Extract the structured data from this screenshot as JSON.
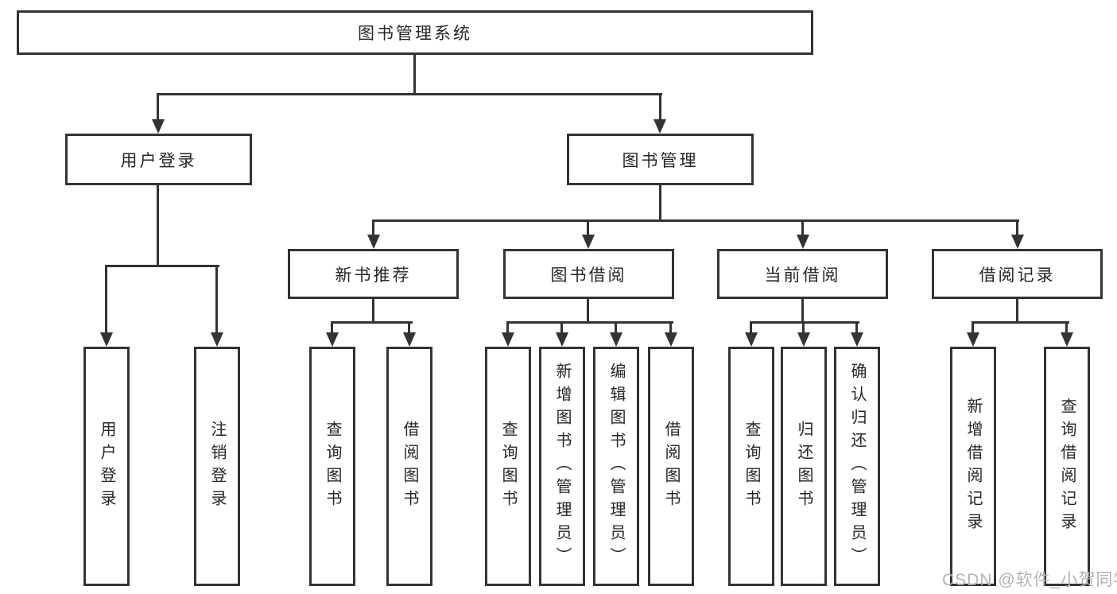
{
  "diagram": {
    "root_label": "图书管理系统",
    "level2": [
      {
        "label": "用户登录"
      },
      {
        "label": "图书管理"
      }
    ],
    "level3": [
      {
        "label": "新书推荐"
      },
      {
        "label": "图书借阅"
      },
      {
        "label": "当前借阅"
      },
      {
        "label": "借阅记录"
      }
    ],
    "leaves": {
      "user_login": [
        "用户登录",
        "注销登录"
      ],
      "new_books": [
        "查询图书",
        "借阅图书"
      ],
      "book_borrow": [
        "查询图书",
        "新增图书（管理员）",
        "编辑图书（管理员）",
        "借阅图书"
      ],
      "current_borrow": [
        "查询图书",
        "归还图书",
        "确认归还（管理员）"
      ],
      "borrow_records": [
        "新增借阅记录",
        "查询借阅记录"
      ]
    }
  },
  "watermark": {
    "text": "CSDN @软件_小贺同学"
  },
  "colors": {
    "line": "#333333",
    "text": "#262626",
    "box_fill": "#ffffff",
    "background": "#ffffff",
    "watermark": "#b3b3b3"
  }
}
